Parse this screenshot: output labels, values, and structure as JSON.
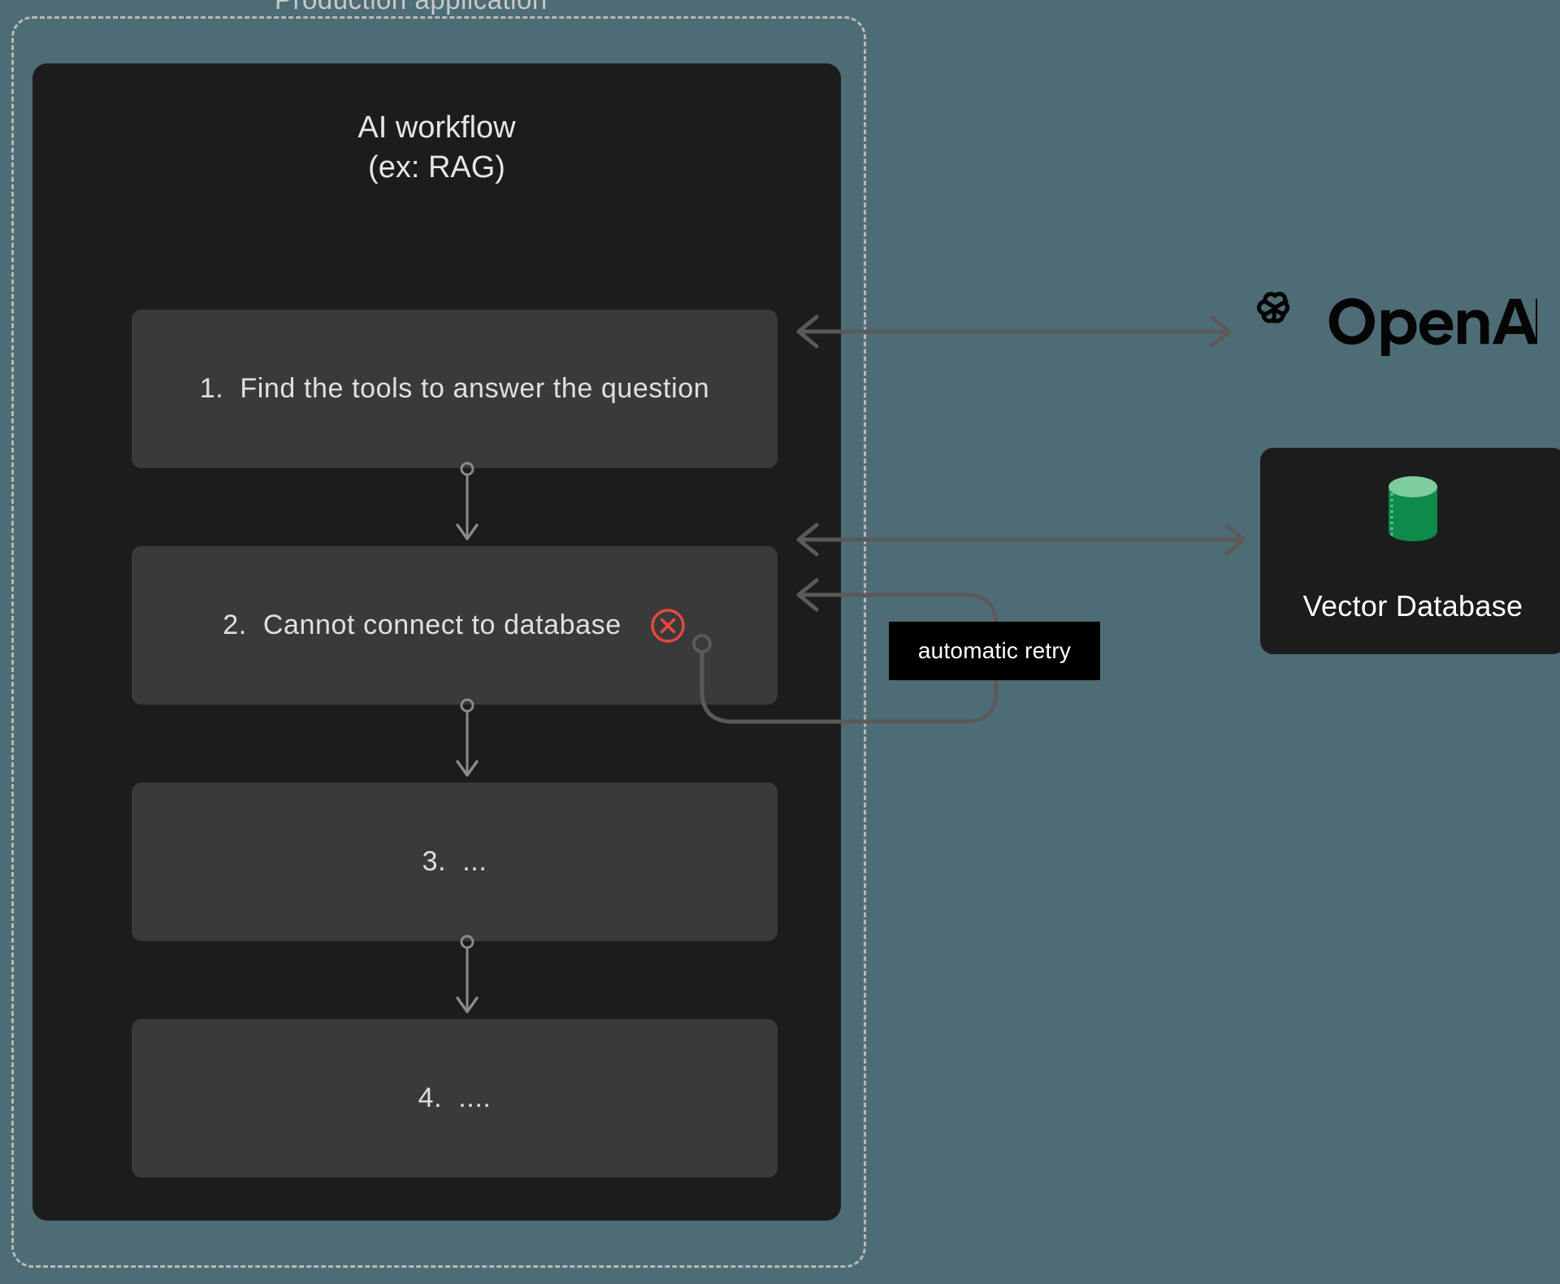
{
  "diagram": {
    "boundary_label": "Production application",
    "background_color": "#4e6c75",
    "boundary_border_color": "#b9b9b5"
  },
  "workflow": {
    "title": "AI workflow\n(ex: RAG)",
    "panel_color": "#1c1c1c",
    "card_color": "#3a3a3a",
    "steps": [
      {
        "id": "step-1",
        "label": "1.  Find the tools to answer the question",
        "status": "ok"
      },
      {
        "id": "step-2",
        "label": "2.  Cannot connect to database",
        "status": "error",
        "status_icon": "error-circle-x-icon",
        "status_color": "#e8483c"
      },
      {
        "id": "step-3",
        "label": "3.  ...",
        "status": "ok"
      },
      {
        "id": "step-4",
        "label": "4.  ....",
        "status": "ok"
      }
    ]
  },
  "services": {
    "openai": {
      "name": "OpenAI",
      "logo_icon": "openai-logo-icon",
      "logo_color": "#050505"
    },
    "vector_database": {
      "label": "Vector Database",
      "icon": "database-cylinder-icon",
      "icon_top_color": "#7dcca0",
      "icon_body_color": "#0e8a4b",
      "card_color": "#1c1c1c"
    }
  },
  "annotations": {
    "retry_label": "automatic retry",
    "retry_badge_color": "#000000",
    "wire_color": "#5a5a5a"
  }
}
